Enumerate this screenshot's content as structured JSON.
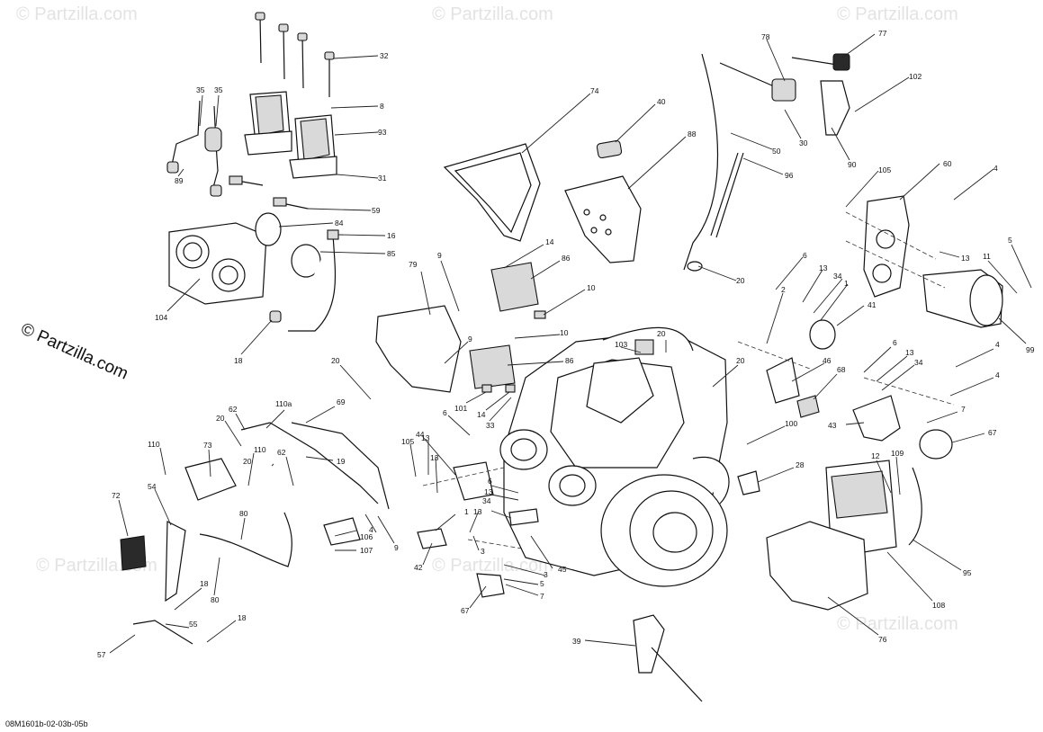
{
  "copyright": "© Partzilla.com",
  "watermark": "© Partzilla.com",
  "drawing_ref": "08M1601b-02-03b-05b",
  "callouts": [
    {
      "id": "c-32",
      "text": "32"
    },
    {
      "id": "c-8",
      "text": "8"
    },
    {
      "id": "c-93",
      "text": "93"
    },
    {
      "id": "c-31",
      "text": "31"
    },
    {
      "id": "c-59",
      "text": "59"
    },
    {
      "id": "c-84",
      "text": "84"
    },
    {
      "id": "c-16",
      "text": "16"
    },
    {
      "id": "c-85",
      "text": "85"
    },
    {
      "id": "c-35a",
      "text": "35"
    },
    {
      "id": "c-35b",
      "text": "35"
    },
    {
      "id": "c-89",
      "text": "89"
    },
    {
      "id": "c-104",
      "text": "104"
    },
    {
      "id": "c-18a",
      "text": "18"
    },
    {
      "id": "c-74",
      "text": "74"
    },
    {
      "id": "c-40",
      "text": "40"
    },
    {
      "id": "c-88",
      "text": "88"
    },
    {
      "id": "c-14a",
      "text": "14"
    },
    {
      "id": "c-86a",
      "text": "86"
    },
    {
      "id": "c-10a",
      "text": "10"
    },
    {
      "id": "c-79",
      "text": "79"
    },
    {
      "id": "c-9a",
      "text": "9"
    },
    {
      "id": "c-9b",
      "text": "9"
    },
    {
      "id": "c-10b",
      "text": "10"
    },
    {
      "id": "c-86b",
      "text": "86"
    },
    {
      "id": "c-101",
      "text": "101"
    },
    {
      "id": "c-14b",
      "text": "14"
    },
    {
      "id": "c-33",
      "text": "33"
    },
    {
      "id": "c-20a",
      "text": "20"
    },
    {
      "id": "c-78",
      "text": "78"
    },
    {
      "id": "c-77",
      "text": "77"
    },
    {
      "id": "c-102",
      "text": "102"
    },
    {
      "id": "c-50",
      "text": "50"
    },
    {
      "id": "c-30",
      "text": "30"
    },
    {
      "id": "c-90",
      "text": "90"
    },
    {
      "id": "c-96",
      "text": "96"
    },
    {
      "id": "c-20b",
      "text": "20"
    },
    {
      "id": "c-105a",
      "text": "105"
    },
    {
      "id": "c-60",
      "text": "60"
    },
    {
      "id": "c-4a",
      "text": "4"
    },
    {
      "id": "c-6a",
      "text": "6"
    },
    {
      "id": "c-13a",
      "text": "13"
    },
    {
      "id": "c-34a",
      "text": "34"
    },
    {
      "id": "c-1a",
      "text": "1"
    },
    {
      "id": "c-2",
      "text": "2"
    },
    {
      "id": "c-41",
      "text": "41"
    },
    {
      "id": "c-11",
      "text": "11"
    },
    {
      "id": "c-5",
      "text": "5"
    },
    {
      "id": "c-13b",
      "text": "13"
    },
    {
      "id": "c-99",
      "text": "99"
    },
    {
      "id": "c-103",
      "text": "103"
    },
    {
      "id": "c-20c",
      "text": "20"
    },
    {
      "id": "c-20d",
      "text": "20"
    },
    {
      "id": "c-46",
      "text": "46"
    },
    {
      "id": "c-68",
      "text": "68"
    },
    {
      "id": "c-6b",
      "text": "6"
    },
    {
      "id": "c-13c",
      "text": "13"
    },
    {
      "id": "c-34b",
      "text": "34"
    },
    {
      "id": "c-4b",
      "text": "4"
    },
    {
      "id": "c-4c",
      "text": "4"
    },
    {
      "id": "c-7a",
      "text": "7"
    },
    {
      "id": "c-43",
      "text": "43"
    },
    {
      "id": "c-67a",
      "text": "67"
    },
    {
      "id": "c-100",
      "text": "100"
    },
    {
      "id": "c-28",
      "text": "28"
    },
    {
      "id": "c-12",
      "text": "12"
    },
    {
      "id": "c-109",
      "text": "109"
    },
    {
      "id": "c-95",
      "text": "95"
    },
    {
      "id": "c-108",
      "text": "108"
    },
    {
      "id": "c-76",
      "text": "76"
    },
    {
      "id": "c-20e",
      "text": "20"
    },
    {
      "id": "c-62a",
      "text": "62"
    },
    {
      "id": "c-110a",
      "text": "110a"
    },
    {
      "id": "c-69",
      "text": "69"
    },
    {
      "id": "c-110b",
      "text": "110"
    },
    {
      "id": "c-73",
      "text": "73"
    },
    {
      "id": "c-20f",
      "text": "20"
    },
    {
      "id": "c-110c",
      "text": "110"
    },
    {
      "id": "c-62b",
      "text": "62"
    },
    {
      "id": "c-19",
      "text": "19"
    },
    {
      "id": "c-72",
      "text": "72"
    },
    {
      "id": "c-54",
      "text": "54"
    },
    {
      "id": "c-80a",
      "text": "80"
    },
    {
      "id": "c-80b",
      "text": "80"
    },
    {
      "id": "c-18b",
      "text": "18"
    },
    {
      "id": "c-55",
      "text": "55"
    },
    {
      "id": "c-18c",
      "text": "18"
    },
    {
      "id": "c-57",
      "text": "57"
    },
    {
      "id": "c-106",
      "text": "106"
    },
    {
      "id": "c-107",
      "text": "107"
    },
    {
      "id": "c-4d",
      "text": "4"
    },
    {
      "id": "c-9c",
      "text": "9"
    },
    {
      "id": "c-6c",
      "text": "6"
    },
    {
      "id": "c-44",
      "text": "44"
    },
    {
      "id": "c-105b",
      "text": "105"
    },
    {
      "id": "c-13d",
      "text": "13"
    },
    {
      "id": "c-13e",
      "text": "13"
    },
    {
      "id": "c-6d",
      "text": "6"
    },
    {
      "id": "c-13f",
      "text": "13"
    },
    {
      "id": "c-34c",
      "text": "34"
    },
    {
      "id": "c-1b",
      "text": "1"
    },
    {
      "id": "c-13g",
      "text": "13"
    },
    {
      "id": "c-42",
      "text": "42"
    },
    {
      "id": "c-3a",
      "text": "3"
    },
    {
      "id": "c-3b",
      "text": "3"
    },
    {
      "id": "c-45",
      "text": "45"
    },
    {
      "id": "c-5b",
      "text": "5"
    },
    {
      "id": "c-7b",
      "text": "7"
    },
    {
      "id": "c-67b",
      "text": "67"
    },
    {
      "id": "c-39",
      "text": "39"
    }
  ]
}
